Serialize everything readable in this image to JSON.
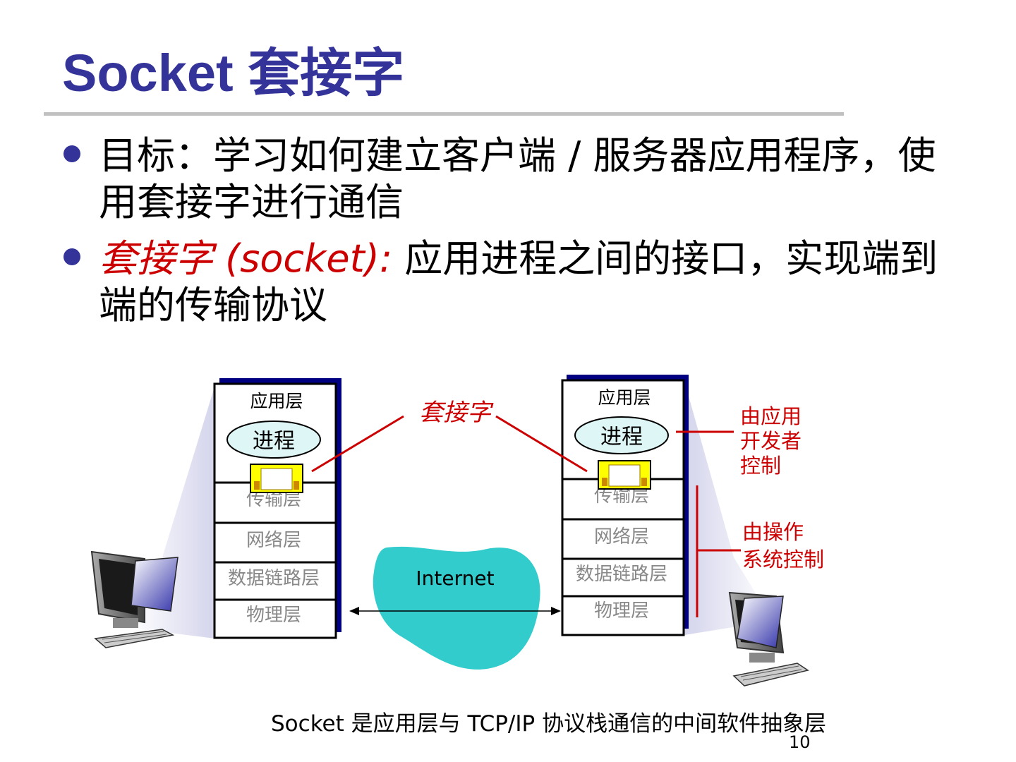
{
  "slide": {
    "title": "Socket 套接字",
    "bullets": [
      {
        "text": "目标：学习如何建立客户端 / 服务器应用程序，使用套接字进行通信"
      },
      {
        "term": "套接字 (socket):",
        "text": " 应用进程之间的接口，实现端到端的传输协议"
      }
    ],
    "caption": "Socket 是应用层与 TCP/IP 协议栈通信的中间软件抽象层",
    "page_number": "10"
  },
  "diagram": {
    "left_stack": {
      "app_layer": "应用层",
      "process": "进程",
      "layers": [
        "传输层",
        "网络层",
        "数据链路层",
        "物理层"
      ]
    },
    "right_stack": {
      "app_layer": "应用层",
      "process": "进程",
      "layers": [
        "传输层",
        "网络层",
        "数据链路层",
        "物理层"
      ]
    },
    "socket_label": "套接字",
    "internet_label": "Internet",
    "app_control_lines": [
      "由应用",
      "开发者",
      "控制"
    ],
    "os_control_lines": [
      "由操作",
      "系统控制"
    ],
    "colors": {
      "accent": "#cc0000",
      "title": "#333399",
      "cloud": "#33cccc",
      "stack_shadow": "#000080",
      "socket_fill": "#ffff00",
      "gray_text": "#888888"
    }
  }
}
